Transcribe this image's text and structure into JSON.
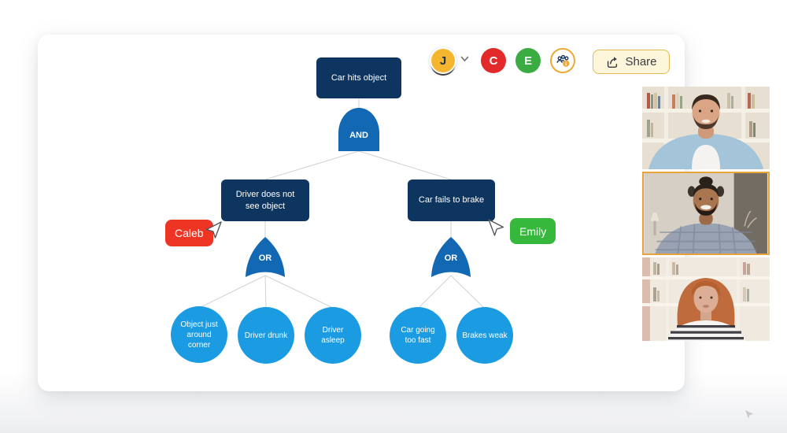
{
  "colors": {
    "event_navy": "#0E3560",
    "gate_blue": "#1268B3",
    "basic_event_blue": "#1B9CE2",
    "accent_gold": "#E8B44A",
    "caleb_red": "#EE3524",
    "emily_green": "#35B83C",
    "active_tile_border": "#E8A33D"
  },
  "toolbar": {
    "user_avatar": {
      "initial": "J"
    },
    "collaborator_avatars": [
      {
        "initial": "C"
      },
      {
        "initial": "E"
      }
    ],
    "share_button": {
      "label": "Share"
    }
  },
  "diagram": {
    "root_event": "Car hits object",
    "and_gate": "AND",
    "left_branch": "Driver does not see object",
    "right_branch": "Car fails to brake",
    "left_or_gate": "OR",
    "right_or_gate": "OR",
    "left_causes": [
      "Object just around corner",
      "Driver drunk",
      "Driver asleep"
    ],
    "right_causes": [
      "Car going too fast",
      "Brakes weak"
    ],
    "cursors": [
      {
        "name": "Caleb"
      },
      {
        "name": "Emily"
      }
    ]
  }
}
